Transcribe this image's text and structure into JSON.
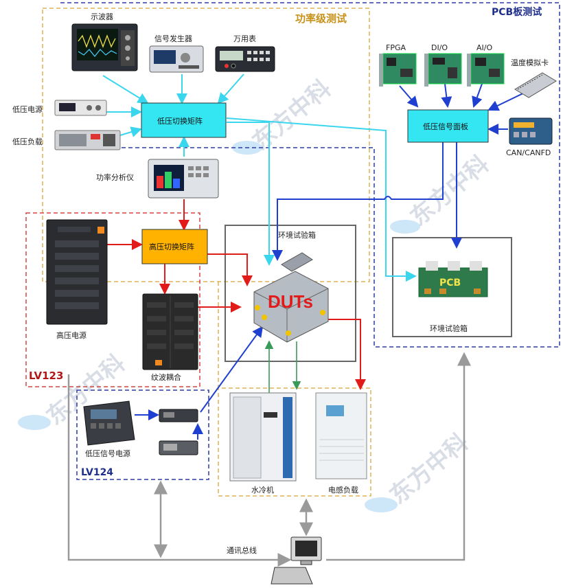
{
  "labels": {
    "power_test": "功率级测试",
    "pcb_test": "PCB板测试",
    "oscilloscope": "示波器",
    "signal_generator": "信号发生器",
    "multimeter": "万用表",
    "lv_power": "低压电源",
    "lv_load": "低压负载",
    "lv_switch_matrix": "低压切换矩阵",
    "power_analyzer": "功率分析仪",
    "fpga": "FPGA",
    "dio": "DI/O",
    "aio": "AI/O",
    "temp_card": "温度模拟卡",
    "lv_signal_panel": "低压信号面板",
    "can": "CAN/CANFD",
    "hv_switch_matrix": "高压切换矩阵",
    "env_chamber_1": "环境试验箱",
    "env_chamber_2": "环境试验箱",
    "duts": "DUTs",
    "pcb": "PCB",
    "hv_power": "高压电源",
    "ripple": "纹波耦合",
    "lv123": "LV123",
    "lv124": "LV124",
    "lv_signal_power": "低压信号电源",
    "water_cooler": "水冷机",
    "inductive_load": "电感负载",
    "comm_bus": "通讯总线",
    "watermark": "东方中科"
  },
  "colors": {
    "cyan_box": "#33e6f2",
    "hv_box": "#ffb300",
    "red_line": "#e11a1a",
    "blue_line": "#1f3fd0",
    "cyan_line": "#39d6ee",
    "green_line": "#3a9a5a",
    "gray_line": "#9a9a9a",
    "gold_dash": "#e0b255",
    "blue_dash": "#2b3aa6",
    "red_dash": "#d04444"
  }
}
